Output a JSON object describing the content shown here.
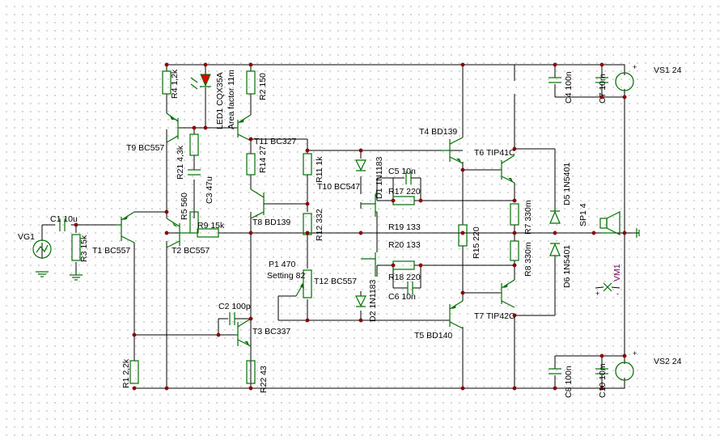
{
  "labels": {
    "vg1": "VG1",
    "c1": "C1 10u",
    "r3": "R3 15k",
    "t1": "T1 BC557",
    "t2": "T2 BC557",
    "r4": "R4 1,2k",
    "t9": "T9 BC557",
    "led1": "LED1 CQX35A",
    "led1_area": "Area factor 11m",
    "r21": "R21 4,3k",
    "c3": "C3 47u",
    "r5": "R5 560",
    "r9": "R9 15k",
    "r2": "R2 150",
    "t11": "T11 BC327",
    "r14": "R14 27",
    "t8": "T8 BD139",
    "r11": "R11 1k",
    "r12": "R12 332",
    "p1": "P1 470",
    "p1_setting": "Setting 82",
    "t12": "T12 BC557",
    "c2": "C2 100p",
    "t3": "T3 BC337",
    "r1": "R1 2,2k",
    "r22": "R22 43",
    "t10": "T10 BC547",
    "d1": "D1 1N1183",
    "d2": "D2 1N1183",
    "c5": "C5 10n",
    "r17": "R17 220",
    "r19": "R19 133",
    "r20": "R20 133",
    "r18": "R18 220",
    "c6": "C6 10n",
    "t4": "T4 BD139",
    "t5": "T5 BD140",
    "r15": "R15 220",
    "t6": "T6 TIP41C",
    "t7": "T7 TIP42C",
    "r7": "R7 330m",
    "r8": "R8 330m",
    "d5": "D5 1N5401",
    "d6": "D6 1N5401",
    "sp1": "SP1 4",
    "vm1": "VM1",
    "vm1_plus": "+",
    "vm1_minus": "-",
    "c4": "C4 100n",
    "c7": "C7 10m",
    "c8": "C8 100n",
    "c10": "C10 10m",
    "vs1": "VS1 24",
    "vs2": "VS2 24",
    "plus": "+"
  },
  "colors": {
    "wire": "#000000",
    "component": "#007000",
    "junction": "#8b0000",
    "led": "#e00000",
    "meter_label": "#7a006a",
    "grid_dot": "#c8c8c8"
  }
}
